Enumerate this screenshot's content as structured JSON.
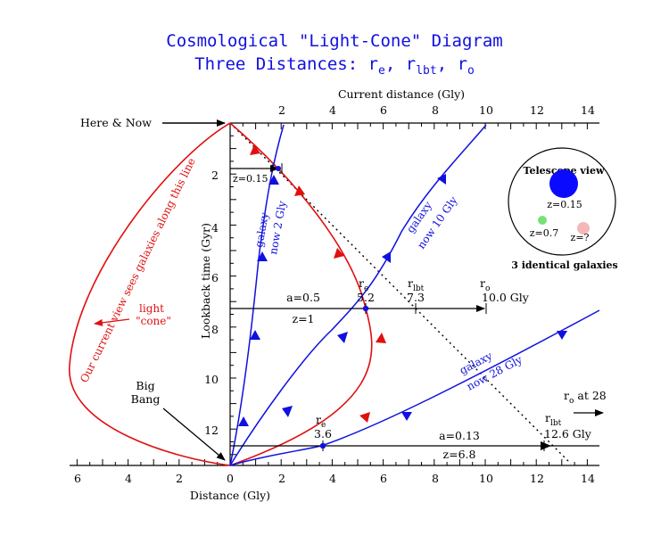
{
  "title": {
    "line1": "Cosmological \"Light-Cone\" Diagram",
    "line2_prefix": "Three Distances: r",
    "sub_e": "e",
    "sep1": ", r",
    "sub_lbt": "lbt",
    "sep2": ", r",
    "sub_o": "o"
  },
  "axes": {
    "top_label": "Current distance (Gly)",
    "top_ticks": [
      "2",
      "4",
      "6",
      "8",
      "10",
      "12",
      "14"
    ],
    "bottom_label": "Distance (Gly)",
    "bottom_ticks": [
      "6",
      "4",
      "2",
      "0",
      "2",
      "4",
      "6",
      "8",
      "10",
      "12",
      "14"
    ],
    "left_label": "Lookback time (Gyr)",
    "left_ticks": [
      "2",
      "4",
      "6",
      "8",
      "10",
      "12"
    ]
  },
  "labels": {
    "here_now": "Here & Now",
    "big_bang_1": "Big",
    "big_bang_2": "Bang",
    "our_view": "Our current view sees galaxies along this line",
    "light": "light",
    "cone": "\"cone\"",
    "z015": "z=0.15",
    "galaxy2_a": "galaxy",
    "galaxy2_b": "now 2 Gly",
    "galaxy10_a": "galaxy",
    "galaxy10_b": "now 10 Gly",
    "galaxy28_a": "galaxy",
    "galaxy28_b": "now 28 Gly",
    "a05": "a=0.5",
    "z1": "z=1",
    "re_sym": "r",
    "re_sub": "e",
    "re_val1": "5.2",
    "rlbt_sym": "r",
    "rlbt_sub": "lbt",
    "rlbt_val1": "7.3",
    "ro_sym": "r",
    "ro_sub": "o",
    "ro_val1": "10.0 Gly",
    "re_val2": "3.6",
    "a013": "a=0.13",
    "z68": "z=6.8",
    "rlbt_val2": "12.6 Gly",
    "ro_at": "at 28"
  },
  "telescope": {
    "title": "Telescope view",
    "z1": "z=0.15",
    "z2": "z=0.7",
    "z3": "z=?",
    "caption": "3 identical galaxies"
  }
}
